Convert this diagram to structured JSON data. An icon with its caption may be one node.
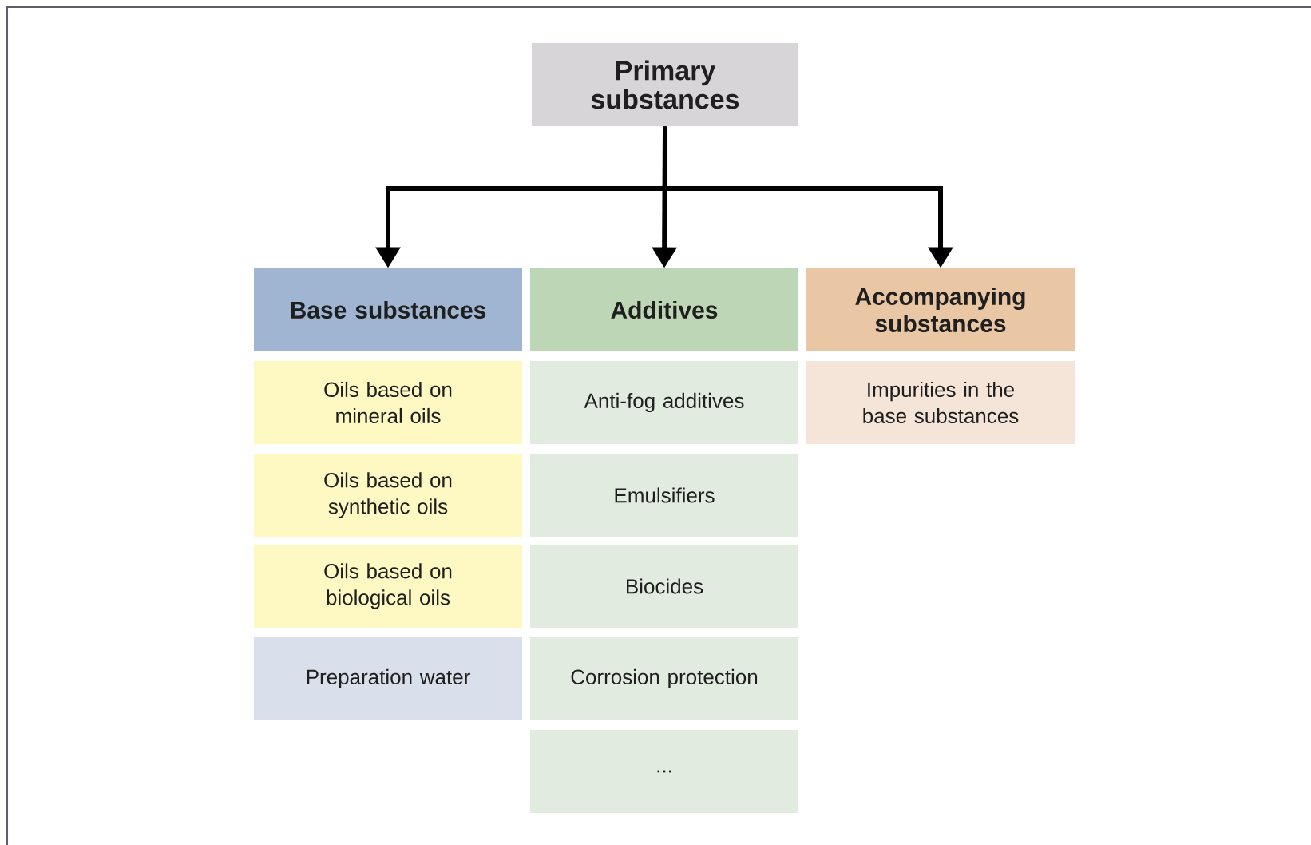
{
  "diagram": {
    "nodes": [
      {
        "text": [
          "Primary substances"
        ]
      },
      {
        "text": [
          "Base substances"
        ]
      },
      {
        "text": [
          "Additives"
        ]
      },
      {
        "text": [
          "Accompanying substances"
        ]
      },
      {
        "text": [
          "Oils based on mineral oils"
        ]
      },
      {
        "text": [
          "Oils based on synthetic oils"
        ]
      },
      {
        "text": [
          "Oils based on biological oils"
        ]
      },
      {
        "text": [
          "Preparation water"
        ]
      },
      {
        "text": [
          "Anti-fog additives"
        ]
      },
      {
        "text": [
          "Emulsifiers"
        ]
      },
      {
        "text": [
          "Biocides"
        ]
      },
      {
        "text": [
          "Corrosion protection"
        ]
      },
      {
        "text": [
          "..."
        ]
      },
      {
        "text": [
          "Impurities in the base substances"
        ]
      }
    ],
    "edges": [
      {
        "from": 0,
        "to": 1,
        "arrow": "to"
      },
      {
        "from": 0,
        "to": 2,
        "arrow": "to"
      },
      {
        "from": 0,
        "to": 3,
        "arrow": "to"
      }
    ]
  }
}
